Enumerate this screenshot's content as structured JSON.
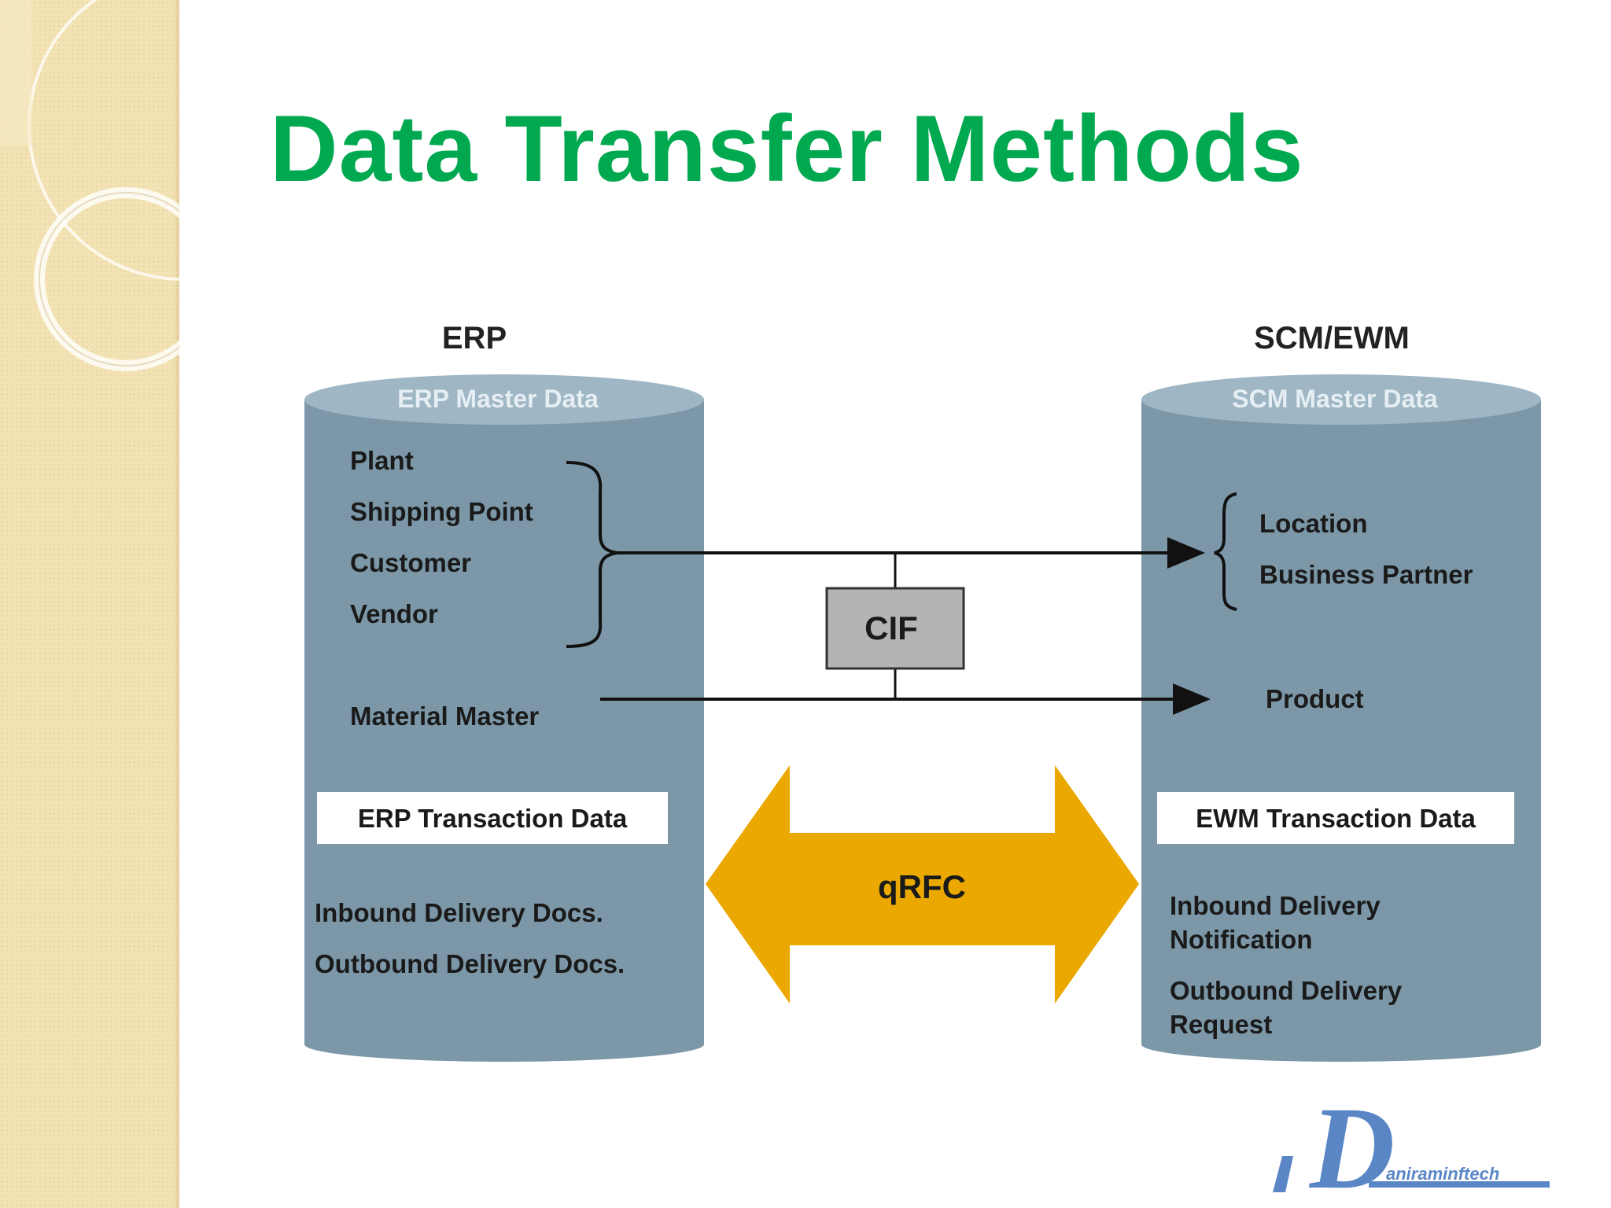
{
  "slide": {
    "title": "Data Transfer Methods"
  },
  "diagram": {
    "erp": {
      "heading": "ERP",
      "master_label": "ERP Master Data",
      "items": [
        "Plant",
        "Shipping Point",
        "Customer",
        "Vendor"
      ],
      "material": "Material Master",
      "transaction_label": "ERP Transaction Data",
      "docs": [
        "Inbound Delivery Docs.",
        "Outbound Delivery Docs."
      ]
    },
    "scm": {
      "heading": "SCM/EWM",
      "master_label": "SCM Master Data",
      "items": [
        "Location",
        "Business Partner"
      ],
      "product": "Product",
      "transaction_label": "EWM Transaction Data",
      "docs": [
        [
          "Inbound Delivery",
          "Notification"
        ],
        [
          "Outbound Delivery",
          "Request"
        ]
      ]
    },
    "cif_label": "CIF",
    "qrfc_label": "qRFC",
    "colors": {
      "title": "#00a94f",
      "cylinder_body": "#7c98a8",
      "cylinder_top": "#9fb7c5",
      "cylinder_text": "#e6eef3",
      "arrow": "#eaa800",
      "cif_box": "#b4b4b4"
    }
  },
  "logo": {
    "letter": "D",
    "text": "aniraminftech"
  }
}
